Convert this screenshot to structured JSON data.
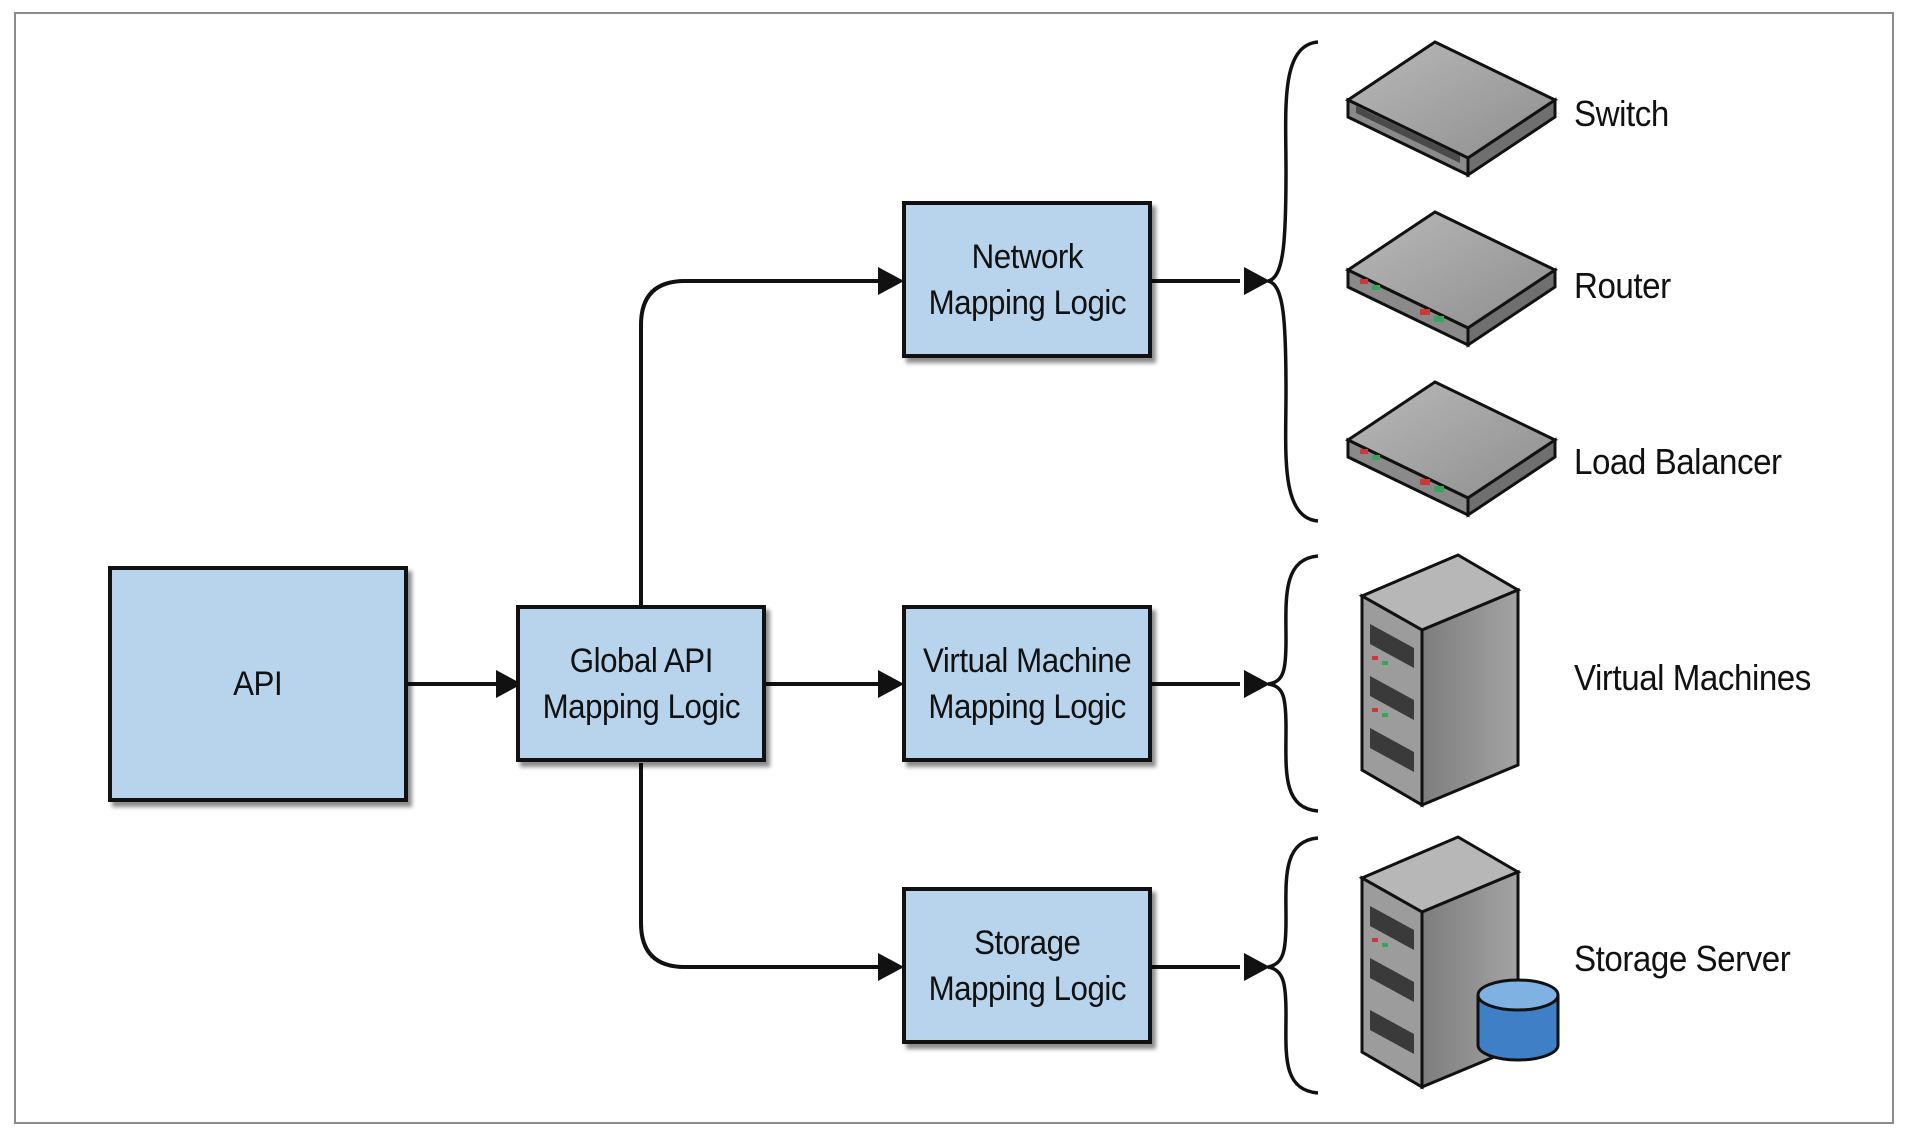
{
  "nodes": {
    "api": "API",
    "global_mapping": "Global API\nMapping Logic",
    "network_mapping": "Network\nMapping Logic",
    "vm_mapping": "Virtual Machine\nMapping Logic",
    "storage_mapping": "Storage\nMapping Logic"
  },
  "devices": {
    "switch": "Switch",
    "router": "Router",
    "load_balancer": "Load Balancer",
    "virtual_machines": "Virtual Machines",
    "storage_server": "Storage Server"
  },
  "colors": {
    "box_fill": "#b8d3ec",
    "line": "#111111",
    "device_gray": "#9b9b9b",
    "db_blue": "#3f7fc6"
  },
  "icons": [
    "switch-icon",
    "router-icon",
    "load-balancer-icon",
    "server-rack-icon",
    "storage-server-icon",
    "database-icon"
  ]
}
